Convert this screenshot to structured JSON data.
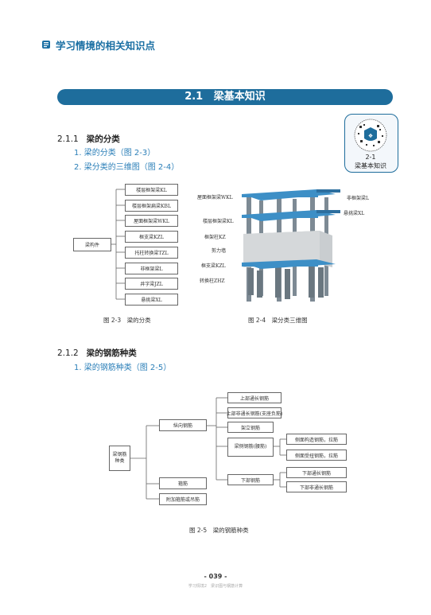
{
  "header": {
    "title": "学习情境的相关知识点"
  },
  "section": {
    "number": "2.1",
    "title": "梁基本知识"
  },
  "qr_card": {
    "number": "2-1",
    "label": "梁基本知识"
  },
  "sub1": {
    "number": "2.1.1",
    "title": "梁的分类",
    "items": [
      "1. 梁的分类（图 2-3）",
      "2. 梁分类的三维图（图 2-4）"
    ]
  },
  "fig23": {
    "root": "梁构件",
    "items": [
      "楼层框架梁KL",
      "楼层框架扁梁KBL",
      "屋面框架梁WKL",
      "框支梁KZL",
      "托柱转换梁TZL",
      "非框架梁L",
      "井字梁JZL",
      "悬挑梁XL"
    ],
    "caption": "图 2-3　梁的分类"
  },
  "fig24": {
    "labels_left": [
      "屋面框架梁WKL",
      "楼层框架梁KL",
      "框架柱KZ",
      "剪力墙",
      "框支梁KZL",
      "转换柱ZHZ"
    ],
    "labels_right": [
      "非框架梁L",
      "悬挑梁XL"
    ],
    "caption": "图 2-4　梁分类三维图"
  },
  "sub2": {
    "number": "2.1.2",
    "title": "梁的钢筋种类",
    "items": [
      "1. 梁的钢筋种类（图 2-5）"
    ]
  },
  "fig25": {
    "root": "梁钢筋种类",
    "level1": [
      "纵向钢筋",
      "箍筋",
      "附加箍筋或吊筋"
    ],
    "level2": [
      "上部通长钢筋",
      "上部非通长钢筋(支座负筋)",
      "架立钢筋",
      "梁侧钢筋(腰筋)",
      "下部钢筋"
    ],
    "level3": [
      "侧面构造钢筋，拉筋",
      "侧面受扭钢筋，拉筋",
      "下部通长钢筋",
      "下部非通长钢筋"
    ],
    "caption": "图 2-5　梁的钢筋种类"
  },
  "page": {
    "number": "- 039 -",
    "footer": "学习情境2　梁识图与钢筋计算"
  },
  "colors": {
    "accent": "#1e6d9c",
    "link": "#2b7fb8"
  }
}
